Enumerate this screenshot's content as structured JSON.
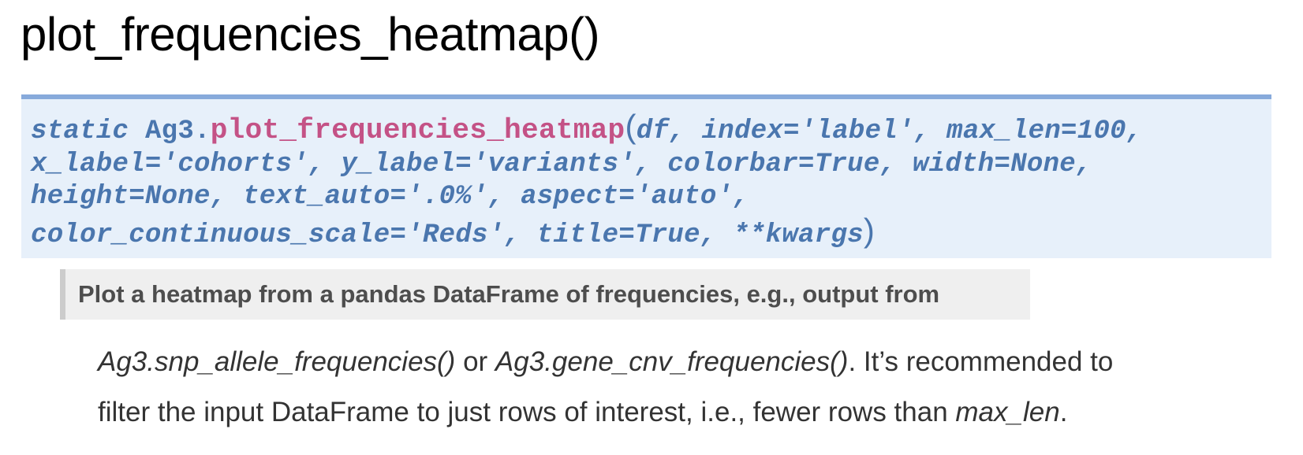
{
  "page": {
    "title": "plot_frequencies_heatmap()"
  },
  "signature": {
    "modifier": "static",
    "class_prefix": "Ag3.",
    "function_name": "plot_frequencies_heatmap",
    "open_paren": "(",
    "close_paren": ")",
    "lines": [
      "df, index='label', max_len=100,",
      "x_label='cohorts', y_label='variants', colorbar=True, width=None,",
      "height=None, text_auto='.0%', aspect='auto',",
      "color_continuous_scale='Reds', title=True, **kwargs"
    ],
    "params": [
      "df",
      "index='label'",
      "max_len=100",
      "x_label='cohorts'",
      "y_label='variants'",
      "colorbar=True",
      "width=None",
      "height=None",
      "text_auto='.0%'",
      "aspect='auto'",
      "color_continuous_scale='Reds'",
      "title=True",
      "**kwargs"
    ]
  },
  "summary": {
    "text": "Plot a heatmap from a pandas DataFrame of frequencies, e.g., output from"
  },
  "description": {
    "line1": {
      "ref1": "Ag3.snp_allele_frequencies()",
      "conj": " or ",
      "ref2": "Ag3.gene_cnv_frequencies()",
      "tail": ". It’s recommended to"
    },
    "line2": {
      "text": "filter the input DataFrame to just rows of interest, i.e., fewer rows than ",
      "ref": "max_len",
      "tail": "."
    }
  },
  "colors": {
    "signature_bg": "#e7f0fa",
    "signature_border": "#87aadb",
    "signature_text": "#4a76ae",
    "function_name": "#c45286",
    "summary_bg": "#efefef",
    "summary_border": "#cccccc",
    "summary_text": "#4d4d4d",
    "body_text": "#333333"
  }
}
